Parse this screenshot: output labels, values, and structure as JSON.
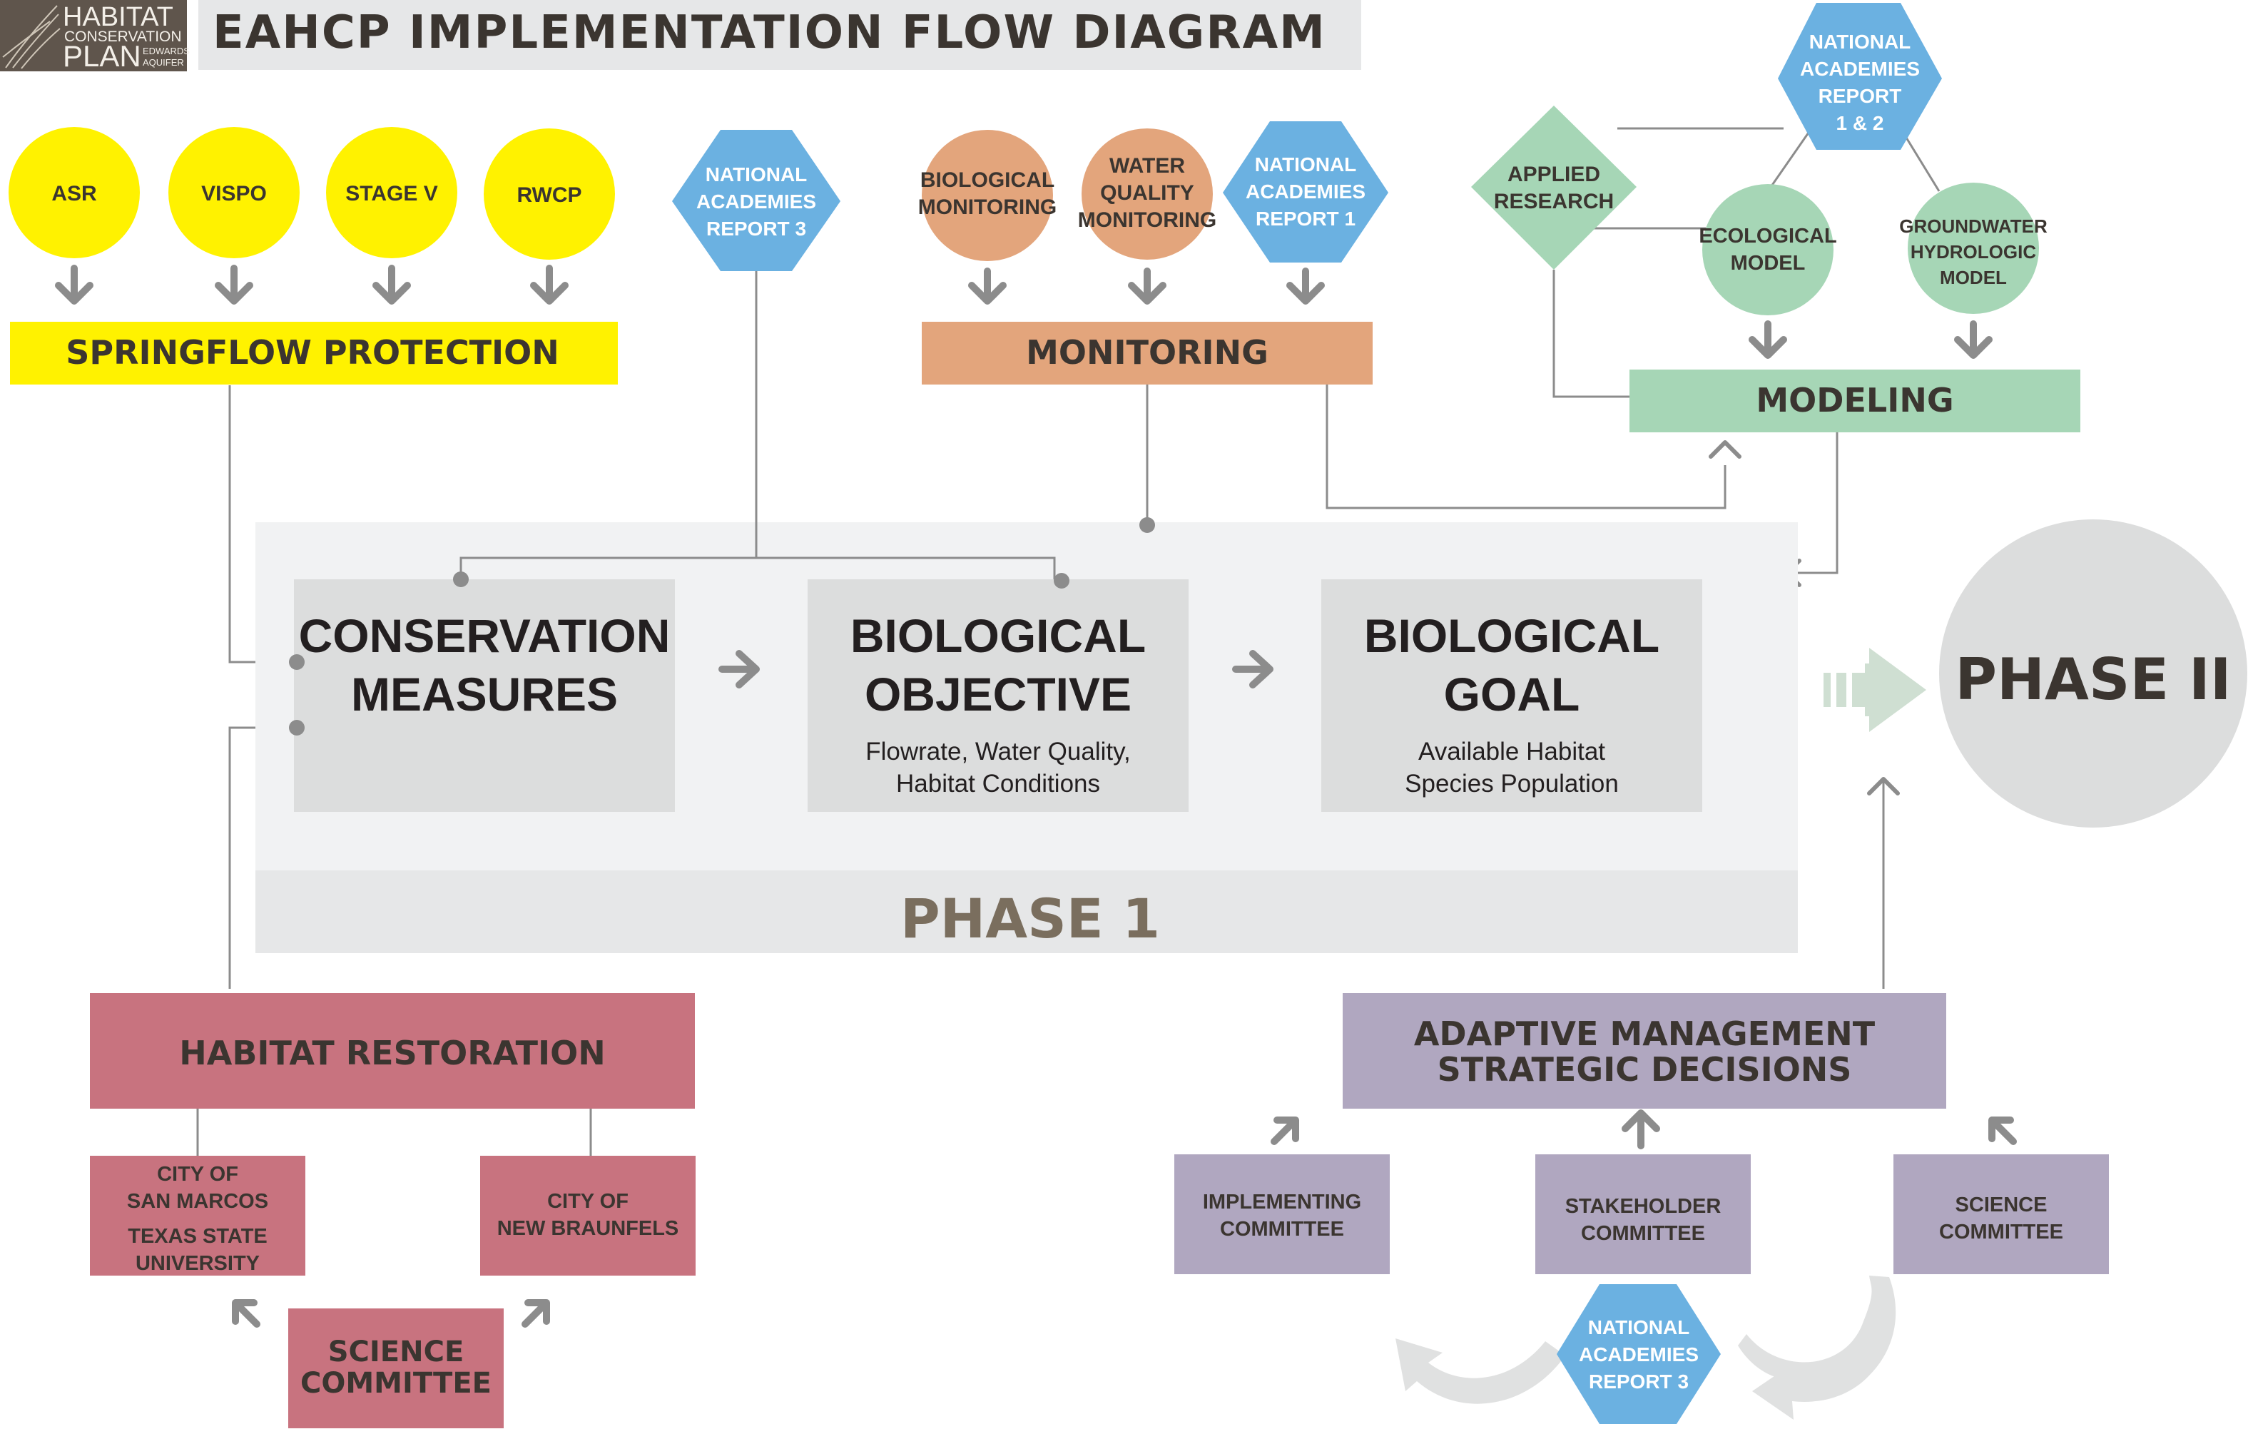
{
  "logo": {
    "line1": "HABITAT",
    "line2": "CONSERVATION",
    "line3": "PLAN",
    "line4a": "EDWARDS",
    "line4b": "AQUIFER"
  },
  "title": "EAHCP IMPLEMENTATION FLOW DIAGRAM",
  "springflow": {
    "inputs": [
      "ASR",
      "VISPO",
      "STAGE V",
      "RWCP"
    ],
    "label": "SPRINGFLOW PROTECTION"
  },
  "nar3_top": [
    "NATIONAL",
    "ACADEMIES",
    "REPORT 3"
  ],
  "monitoring": {
    "biological": [
      "BIOLOGICAL",
      "MONITORING"
    ],
    "water_quality": [
      "WATER",
      "QUALITY",
      "MONITORING"
    ],
    "nar1": [
      "NATIONAL",
      "ACADEMIES",
      "REPORT 1"
    ],
    "label": "MONITORING"
  },
  "modeling": {
    "nar12": [
      "NATIONAL",
      "ACADEMIES",
      "REPORT",
      "1 & 2"
    ],
    "applied_research": [
      "APPLIED",
      "RESEARCH"
    ],
    "ecological_model": [
      "ECOLOGICAL",
      "MODEL"
    ],
    "groundwater_model": [
      "GROUNDWATER",
      "HYDROLOGIC",
      "MODEL"
    ],
    "label": "MODELING"
  },
  "phase1": {
    "label": "PHASE 1",
    "conservation_measures": [
      "CONSERVATION",
      "MEASURES"
    ],
    "biological_objective": {
      "title": [
        "BIOLOGICAL",
        "OBJECTIVE"
      ],
      "desc": [
        "Flowrate, Water Quality,",
        "Habitat Conditions"
      ]
    },
    "biological_goal": {
      "title": [
        "BIOLOGICAL",
        "GOAL"
      ],
      "desc": [
        "Available Habitat",
        "Species Population"
      ]
    }
  },
  "phase2": "PHASE II",
  "habitat_restoration": {
    "label": "HABITAT RESTORATION",
    "san_marcos": [
      "CITY OF",
      "SAN MARCOS",
      "TEXAS STATE",
      "UNIVERSITY"
    ],
    "new_braunfels": [
      "CITY OF",
      "NEW BRAUNFELS"
    ],
    "science_committee": [
      "SCIENCE",
      "COMMITTEE"
    ]
  },
  "adaptive_management": {
    "label": [
      "ADAPTIVE MANAGEMENT",
      "STRATEGIC DECISIONS"
    ],
    "implementing": [
      "IMPLEMENTING",
      "COMMITTEE"
    ],
    "stakeholder": [
      "STAKEHOLDER",
      "COMMITTEE"
    ],
    "science": [
      "SCIENCE",
      "COMMITTEE"
    ],
    "nar3": [
      "NATIONAL",
      "ACADEMIES",
      "REPORT 3"
    ]
  },
  "colors": {
    "yellow": "#fff200",
    "blue_hex": "#6bb1e1",
    "tan": "#e3a57c",
    "green": "#a6d6b6",
    "diamond": "#a6d6b6",
    "phase_bg": "#f1f2f3",
    "phase_label_band": "#e6e7e8",
    "box_gray": "#dcdddd",
    "phase_label_text": "#7a6e5e",
    "rose": "#c8737f",
    "lavender": "#b0a7c0",
    "dark_text": "#3b3530",
    "arrow_gray": "#8c8c8c",
    "logo_bg": "#5f554c",
    "title_band": "#e6e7e8"
  }
}
